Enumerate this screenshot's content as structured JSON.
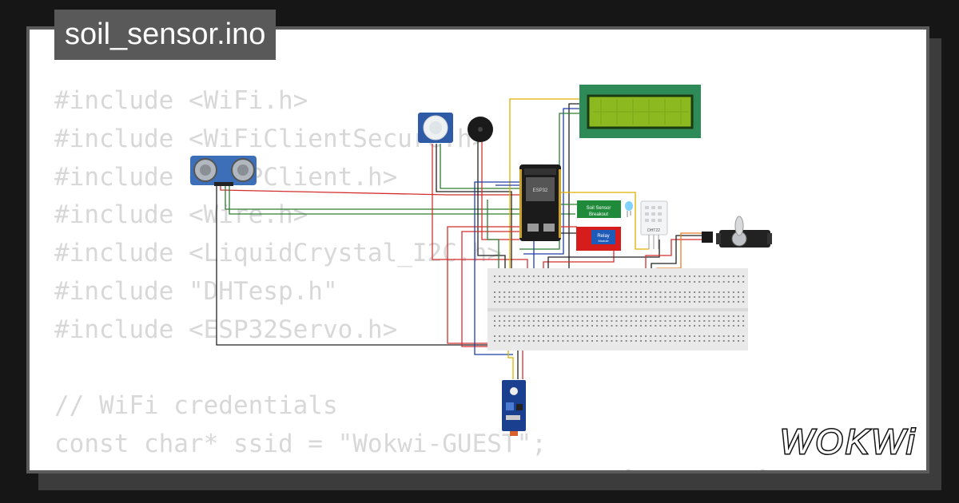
{
  "file_name": "soil_sensor.ino",
  "code_lines": [
    "#include <WiFi.h>",
    "#include <WiFiClientSecure.h>",
    "#include <HTTPClient.h>",
    "#include <Wire.h>",
    "#include <LiquidCrystal_I2C.h>",
    "#include \"DHTesp.h\"",
    "#include <ESP32Servo.h>",
    "",
    "// WiFi credentials",
    "const char* ssid = \"Wokwi-GUEST\";",
    "const char* password = \"\";  // Thay đổi mật khẩu WiFi nếu cần"
  ],
  "components": {
    "mcu_label": "ESP32",
    "soil_sensor_label_1": "Soil Sensor",
    "soil_sensor_label_2": "Breakout",
    "relay_label": "Relay",
    "relay_sub": "Module",
    "dht_label": "DHT22"
  },
  "brand": "WOKWi",
  "colors": {
    "page_bg": "#161616",
    "card_bg": "#ffffff",
    "badge_bg": "#595959",
    "code_text": "#d8d8d8",
    "lcd_green": "#2e8b57"
  }
}
